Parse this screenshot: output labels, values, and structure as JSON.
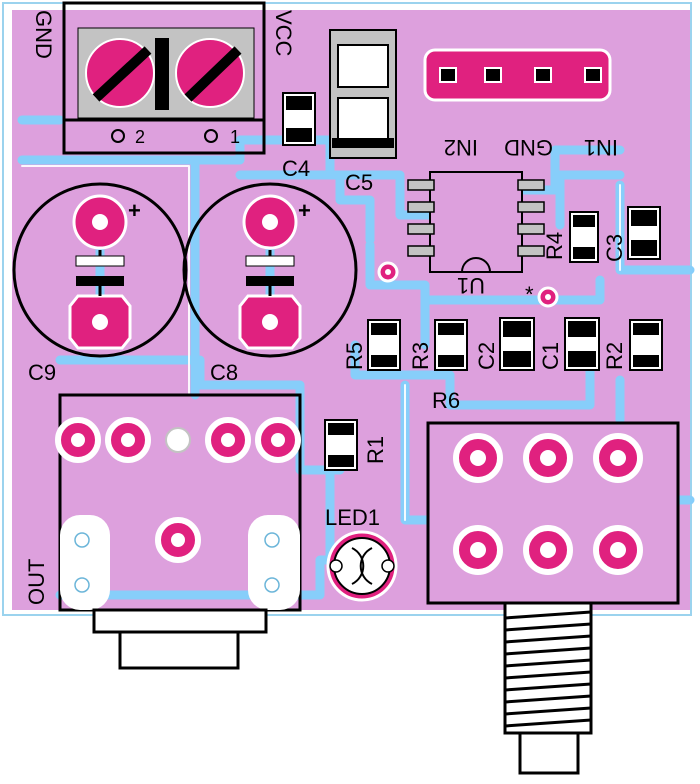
{
  "board": {
    "colors": {
      "substrate": "#dda0dd",
      "trace": "#87cefa",
      "copper": "#c3c3c3",
      "pad": "#e0217f",
      "silkscreen": "#000000",
      "edge": "#9bd3ee"
    }
  },
  "labels": {
    "gnd": "GND",
    "vcc": "VCC",
    "term2": "2",
    "term1": "1",
    "c4": "C4",
    "c5": "C5",
    "in1": "IN1",
    "gnd_in": "GND",
    "in2": "IN2",
    "r4": "R4",
    "c3": "C3",
    "u1": "U1",
    "star": "*",
    "c9": "C9",
    "c8": "C8",
    "r5": "R5",
    "r3": "R3",
    "c2": "C2",
    "c1": "C1",
    "r2": "R2",
    "r6": "R6",
    "r1": "R1",
    "led1": "LED1",
    "out": "OUT",
    "plus": "+"
  }
}
